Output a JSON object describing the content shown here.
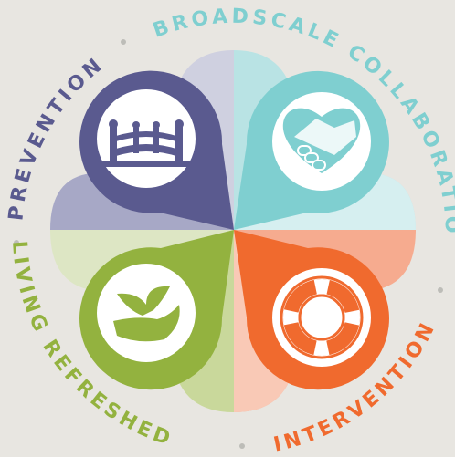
{
  "ring_labels": {
    "broadscale": "BROADSCALE COLLABORATION",
    "prevention": "PREVENTION",
    "living": "LIVING REFRESHED",
    "intervention": "INTERVENTION"
  },
  "colors": {
    "background": "#e8e6e1",
    "teal": "#7fcfd0",
    "purple": "#5a5a8f",
    "orange": "#f06a2e",
    "green": "#93b23f",
    "separator_dot": "#bdbdb8"
  },
  "icons": {
    "prevention": "bridge-icon",
    "broadscale": "handshake-icon",
    "living": "leaf-hand-icon",
    "intervention": "life-ring-icon"
  }
}
